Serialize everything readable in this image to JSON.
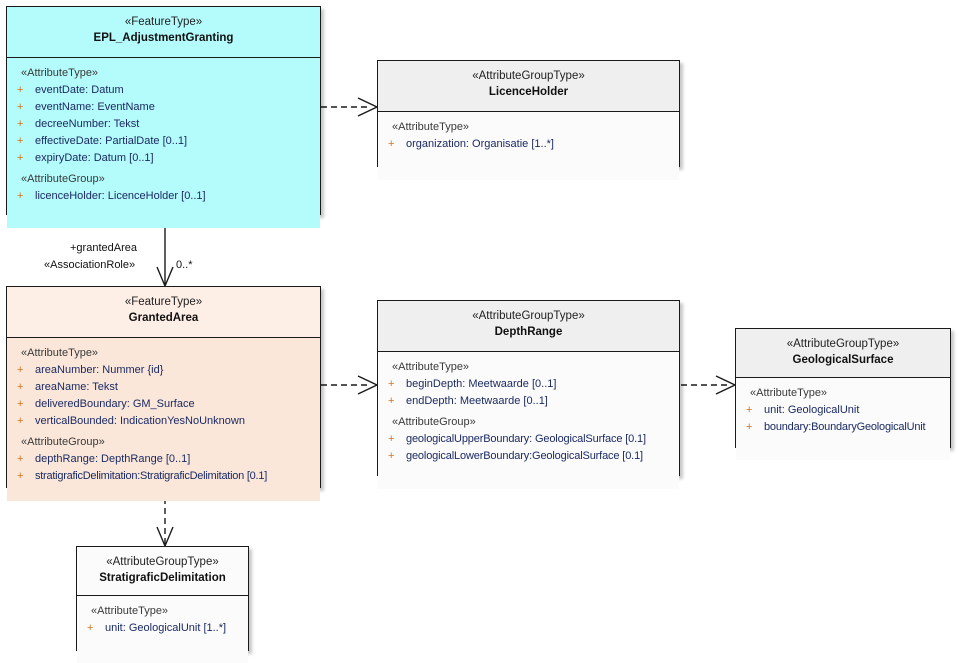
{
  "diagram": {
    "type": "uml-class-diagram",
    "background": "#ffffff",
    "colors": {
      "featuretype_fill": "#b4fbfb",
      "grantedarea_fill": "#fae7da",
      "attributegrouptype_header_fill": "#efefef",
      "attributegrouptype_body_fill": "#fbfbfb",
      "border": "#1a1a1a",
      "visibility_marker": "#cf7420",
      "attribute_text": "#1b2a63"
    }
  },
  "classes": [
    {
      "id": "epl_adjustmentgranting",
      "stereotype": "«FeatureType»",
      "name": "EPL_AdjustmentGranting",
      "compartments": [
        {
          "group": "«AttributeType»",
          "attributes": [
            {
              "vis": "+",
              "text": "eventDate: Datum"
            },
            {
              "vis": "+",
              "text": "eventName: EventName"
            },
            {
              "vis": "+",
              "text": "decreeNumber: Tekst"
            },
            {
              "vis": "+",
              "text": "effectiveDate: PartialDate [0..1]"
            },
            {
              "vis": "+",
              "text": "expiryDate: Datum [0..1]"
            }
          ]
        },
        {
          "group": "«AttributeGroup»",
          "attributes": [
            {
              "vis": "+",
              "text": "licenceHolder: LicenceHolder [0..1]"
            }
          ]
        }
      ]
    },
    {
      "id": "licenceholder",
      "stereotype": "«AttributeGroupType»",
      "name": "LicenceHolder",
      "compartments": [
        {
          "group": "«AttributeType»",
          "attributes": [
            {
              "vis": "+",
              "text": "organization: Organisatie [1..*]"
            }
          ]
        }
      ]
    },
    {
      "id": "grantedarea",
      "stereotype": "«FeatureType»",
      "name": "GrantedArea",
      "compartments": [
        {
          "group": "«AttributeType»",
          "attributes": [
            {
              "vis": "+",
              "text": "areaNumber: Nummer {id}"
            },
            {
              "vis": "+",
              "text": "areaName: Tekst"
            },
            {
              "vis": "+",
              "text": "deliveredBoundary: GM_Surface"
            },
            {
              "vis": "+",
              "text": "verticalBounded: IndicationYesNoUnknown"
            }
          ]
        },
        {
          "group": "«AttributeGroup»",
          "attributes": [
            {
              "vis": "+",
              "text": "depthRange: DepthRange [0..1]"
            },
            {
              "vis": "+",
              "text": "stratigraficDelimitation:StratigraficDelimitation [0.1]"
            }
          ]
        }
      ]
    },
    {
      "id": "depthrange",
      "stereotype": "«AttributeGroupType»",
      "name": "DepthRange",
      "compartments": [
        {
          "group": "«AttributeType»",
          "attributes": [
            {
              "vis": "+",
              "text": "beginDepth: Meetwaarde [0..1]"
            },
            {
              "vis": "+",
              "text": "endDepth: Meetwaarde [0..1]"
            }
          ]
        },
        {
          "group": "«AttributeGroup»",
          "attributes": [
            {
              "vis": "+",
              "text": "geologicalUpperBoundary: GeologicalSurface [0.1]"
            },
            {
              "vis": "+",
              "text": "geologicalLowerBoundary:GeologicalSurface [0.1]"
            }
          ]
        }
      ]
    },
    {
      "id": "geologicalsurface",
      "stereotype": "«AttributeGroupType»",
      "name": "GeologicalSurface",
      "compartments": [
        {
          "group": "«AttributeType»",
          "attributes": [
            {
              "vis": "+",
              "text": "unit: GeologicalUnit"
            },
            {
              "vis": "+",
              "text": "boundary:BoundaryGeologicalUnit"
            }
          ]
        }
      ]
    },
    {
      "id": "stratigraficdelimitation",
      "stereotype": "«AttributeGroupType»",
      "name": "StratigraficDelimitation",
      "compartments": [
        {
          "group": "«AttributeType»",
          "attributes": [
            {
              "vis": "+",
              "text": "unit: GeologicalUnit [1..*]"
            }
          ]
        }
      ]
    }
  ],
  "relationships": [
    {
      "id": "granted_assoc",
      "kind": "association",
      "from": "epl_adjustmentgranting",
      "to": "grantedarea",
      "role_name": "+grantedArea",
      "role_stereotype": "«AssociationRole»",
      "multiplicity": "0..*"
    },
    {
      "id": "dep_licenceholder",
      "kind": "dependency",
      "from": "epl_adjustmentgranting",
      "to": "licenceholder"
    },
    {
      "id": "dep_depthrange",
      "kind": "dependency",
      "from": "grantedarea",
      "to": "depthrange"
    },
    {
      "id": "dep_geologicalsurface",
      "kind": "dependency",
      "from": "depthrange",
      "to": "geologicalsurface"
    },
    {
      "id": "dep_stratigrafic",
      "kind": "dependency",
      "from": "grantedarea",
      "to": "stratigraficdelimitation"
    }
  ]
}
